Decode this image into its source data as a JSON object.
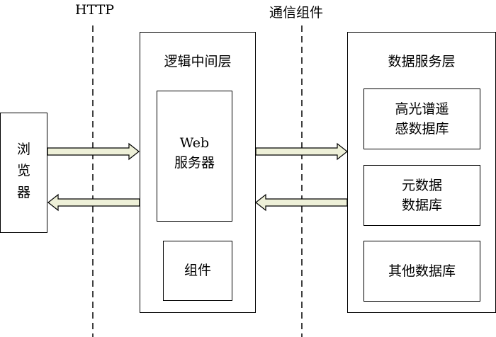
{
  "boundaries": {
    "http": "HTTP",
    "middleware": "通信组件"
  },
  "browser": {
    "label": "浏\n览\n器"
  },
  "logic_layer": {
    "title": "逻辑中间层",
    "web_server": "Web\n服务器",
    "component": "组件"
  },
  "data_layer": {
    "title": "数据服务层",
    "db1": "高光谱遥\n感数据库",
    "db2": "元数据\n数据库",
    "db3": "其他数据库"
  },
  "colors": {
    "arrow_fill": "#eef0d8",
    "line": "#000000"
  }
}
